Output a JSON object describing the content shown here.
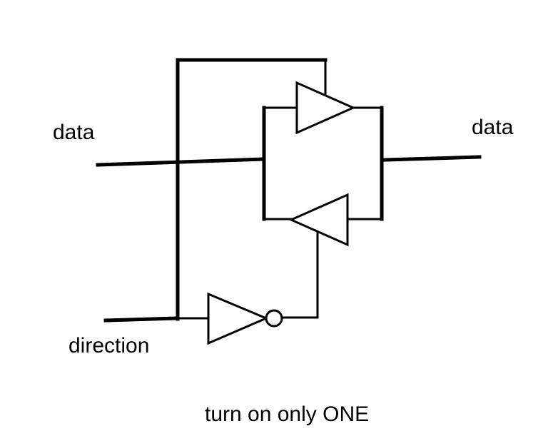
{
  "labels": {
    "data_left": "data",
    "data_right": "data",
    "direction": "direction",
    "caption": "turn on only ONE"
  },
  "colors": {
    "ink": "#000000",
    "background": "#ffffff"
  }
}
